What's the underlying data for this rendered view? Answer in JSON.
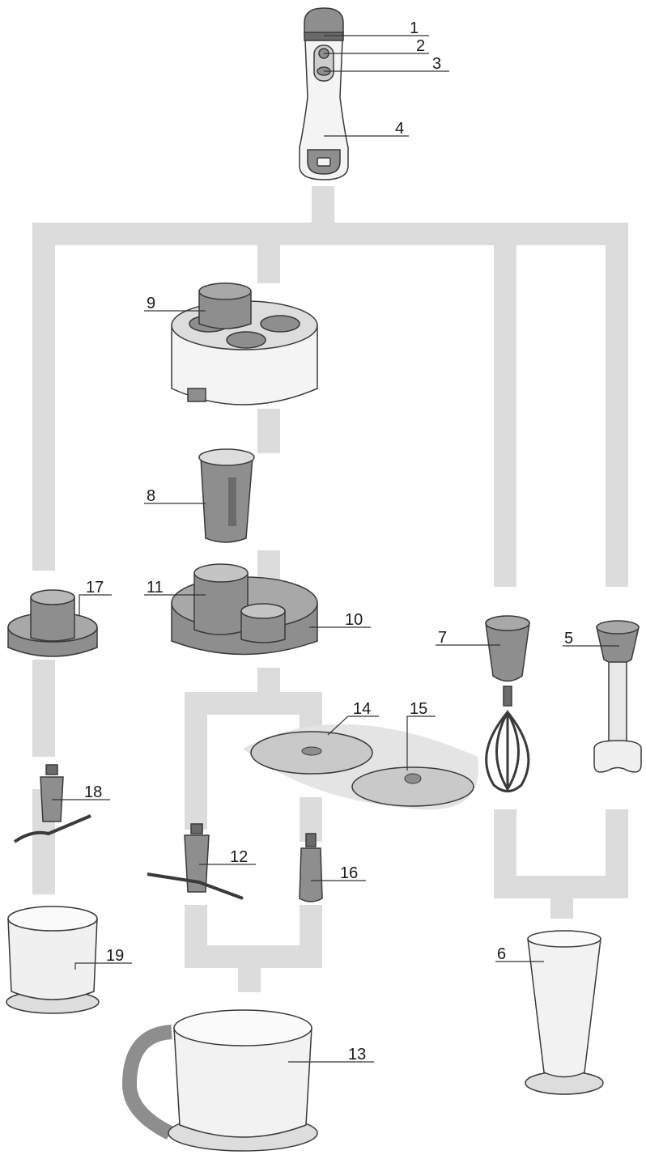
{
  "colors": {
    "connector": "#dcdcdc",
    "part_gray": "#8e8e8e",
    "part_dark": "#6a6a6a",
    "part_light": "#f4f4f4",
    "outline": "#3a3a3a",
    "leader": "#333333"
  },
  "parts": [
    {
      "label": "1"
    },
    {
      "label": "2"
    },
    {
      "label": "3"
    },
    {
      "label": "4"
    },
    {
      "label": "5"
    },
    {
      "label": "6"
    },
    {
      "label": "7"
    },
    {
      "label": "8"
    },
    {
      "label": "9"
    },
    {
      "label": "10"
    },
    {
      "label": "11"
    },
    {
      "label": "12"
    },
    {
      "label": "13"
    },
    {
      "label": "14"
    },
    {
      "label": "15"
    },
    {
      "label": "16"
    },
    {
      "label": "17"
    },
    {
      "label": "18"
    },
    {
      "label": "19"
    }
  ]
}
